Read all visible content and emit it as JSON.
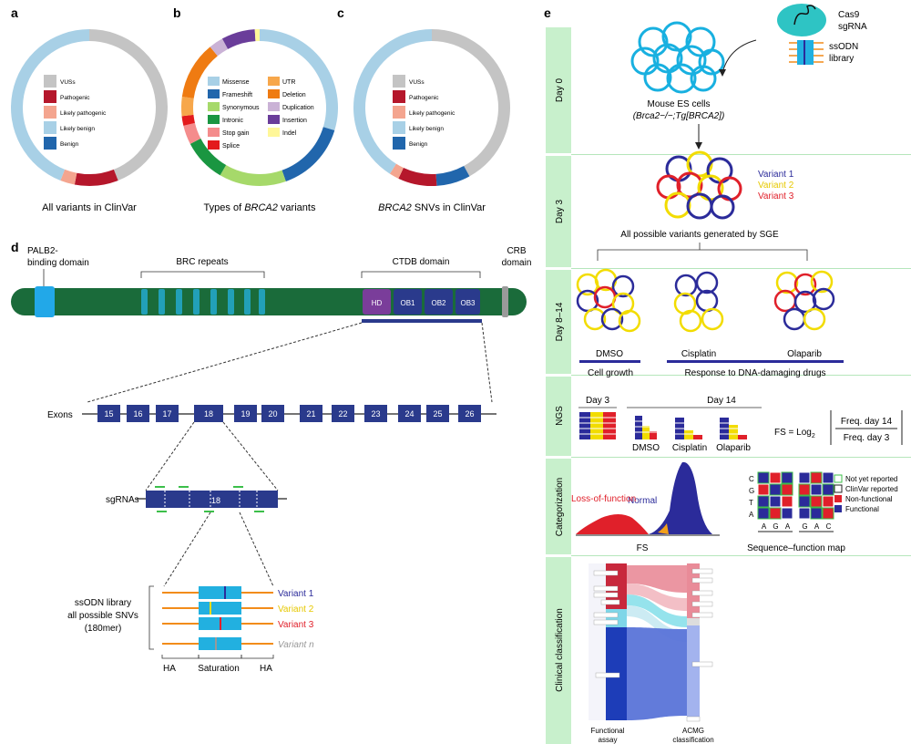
{
  "panels": {
    "a": "a",
    "b": "b",
    "c": "c",
    "d": "d",
    "e": "e"
  },
  "colors": {
    "vus": "#c4c4c4",
    "pathogenic": "#b5172b",
    "likely_pathogenic": "#f4a58f",
    "likely_benign": "#a8d0e6",
    "benign": "#2166ac",
    "missense": "#a8d0e6",
    "frameshift": "#2166ac",
    "synonymous": "#a6d96a",
    "intronic": "#1a9641",
    "stop_gain": "#f48c8c",
    "splice": "#e31a1c",
    "utr": "#f7a74b",
    "deletion": "#ef7b12",
    "duplication": "#cab2d6",
    "insertion": "#6a3d9a",
    "indel": "#fff799",
    "protein": "#1a6b3a",
    "brc": "#22a0b8",
    "cas9": "#2ec4c4",
    "domain_navy": "#2a3a8c",
    "green_band": "#c8f0cc",
    "variant1": "#2b2b9a",
    "variant2": "#f2dc00",
    "variant3": "#e0202a",
    "variant_n": "#999999"
  },
  "panel_a": {
    "caption": "All variants in ClinVar",
    "legend": [
      "VUSs",
      "Pathogenic",
      "Likely pathogenic",
      "Likely benign",
      "Benign"
    ],
    "slices": [
      {
        "name": "VUSs",
        "value": 44,
        "color": "#c4c4c4"
      },
      {
        "name": "Pathogenic",
        "value": 9,
        "color": "#b5172b"
      },
      {
        "name": "Likely pathogenic",
        "value": 3,
        "color": "#f4a58f"
      },
      {
        "name": "Likely benign",
        "value": 44,
        "color": "#a8d0e6"
      }
    ]
  },
  "panel_b": {
    "caption_pre": "Types of ",
    "caption_em": "BRCA2",
    "caption_post": " variants",
    "legend_left": [
      "Missense",
      "Frameshift",
      "Synonymous",
      "Intronic",
      "Stop gain",
      "Splice"
    ],
    "legend_right": [
      "UTR",
      "Deletion",
      "Duplication",
      "Insertion",
      "Indel"
    ],
    "slices": [
      {
        "name": "Missense",
        "value": 30,
        "color": "#a8d0e6"
      },
      {
        "name": "Frameshift",
        "value": 15,
        "color": "#2166ac"
      },
      {
        "name": "Synonymous",
        "value": 14,
        "color": "#a6d96a"
      },
      {
        "name": "Intronic",
        "value": 9,
        "color": "#1a9641"
      },
      {
        "name": "Stop gain",
        "value": 4,
        "color": "#f48c8c"
      },
      {
        "name": "Splice",
        "value": 2,
        "color": "#e31a1c"
      },
      {
        "name": "UTR",
        "value": 4,
        "color": "#f7a74b"
      },
      {
        "name": "Deletion",
        "value": 12,
        "color": "#ef7b12"
      },
      {
        "name": "Duplication",
        "value": 3,
        "color": "#cab2d6"
      },
      {
        "name": "Insertion",
        "value": 7,
        "color": "#6a3d9a"
      },
      {
        "name": "Indel",
        "value": 1,
        "color": "#fff799"
      }
    ]
  },
  "panel_c": {
    "caption_em": "BRCA2",
    "caption_post": " SNVs in ClinVar",
    "legend": [
      "VUSs",
      "Pathogenic",
      "Likely pathogenic",
      "Likely benign",
      "Benign"
    ],
    "slices": [
      {
        "name": "VUSs",
        "value": 42,
        "color": "#c4c4c4"
      },
      {
        "name": "Benign",
        "value": 7,
        "color": "#2166ac"
      },
      {
        "name": "Pathogenic",
        "value": 8,
        "color": "#b5172b"
      },
      {
        "name": "Likely pathogenic",
        "value": 2,
        "color": "#f4a58f"
      },
      {
        "name": "Likely benign",
        "value": 41,
        "color": "#a8d0e6"
      }
    ]
  },
  "panel_d": {
    "palb2": [
      "PALB2-",
      "binding domain"
    ],
    "brc": "BRC repeats",
    "ctdb": "CTDB domain",
    "crb": [
      "CRB",
      "domain"
    ],
    "domains": [
      "HD",
      "OB1",
      "OB2",
      "OB3"
    ],
    "exons_label": "Exons",
    "exons": [
      "15",
      "16",
      "17",
      "18",
      "19",
      "20",
      "21",
      "22",
      "23",
      "24",
      "25",
      "26"
    ],
    "sgrnas_label": "sgRNAs",
    "sg_exon": "18",
    "library": [
      "ssODN library",
      "all possible SNVs",
      "(180mer)"
    ],
    "variants": [
      "Variant 1",
      "Variant 2",
      "Variant 3",
      "Variant n"
    ],
    "ha1": "HA",
    "saturation": "Saturation",
    "ha2": "HA"
  },
  "panel_e": {
    "days": [
      "Day 0",
      "Day 3",
      "Day 8–14",
      "NGS",
      "Categorization",
      "Clinical classification"
    ],
    "cas9": "Cas9",
    "sgrna": "sgRNA",
    "ssodn": "ssODN",
    "library": "library",
    "es_cells": "Mouse ES cells",
    "genotype": "(Brca2−/−;Tg[BRCA2])",
    "variants": [
      "Variant 1",
      "Variant 2",
      "Variant 3"
    ],
    "sge": "All possible variants generated by SGE",
    "treatments": [
      "DMSO",
      "Cisplatin",
      "Olaparib"
    ],
    "cell_growth": "Cell growth",
    "response": "Response to DNA-damaging drugs",
    "ngs_day3": "Day 3",
    "ngs_day14": "Day 14",
    "ngs_treat": [
      "DMSO",
      "Cisplatin",
      "Olaparib"
    ],
    "fs_lhs": "FS = Log",
    "fs_sub": "2",
    "fs_num": "Freq. day 14",
    "fs_den": "Freq. day 3",
    "normal": "Normal",
    "lof": "Loss-of-function",
    "fs": "FS",
    "seq_rows": [
      "C",
      "G",
      "T",
      "A"
    ],
    "seq_cols": [
      "A",
      "G",
      "A",
      "G",
      "A",
      "C"
    ],
    "seq_legend": [
      "Not yet reported",
      "ClinVar reported",
      "Non-functional",
      "Functional"
    ],
    "seq_map": "Sequence–function map",
    "functional_assay": [
      "Functional",
      "assay"
    ],
    "acmg": [
      "ACMG",
      "classification"
    ]
  }
}
